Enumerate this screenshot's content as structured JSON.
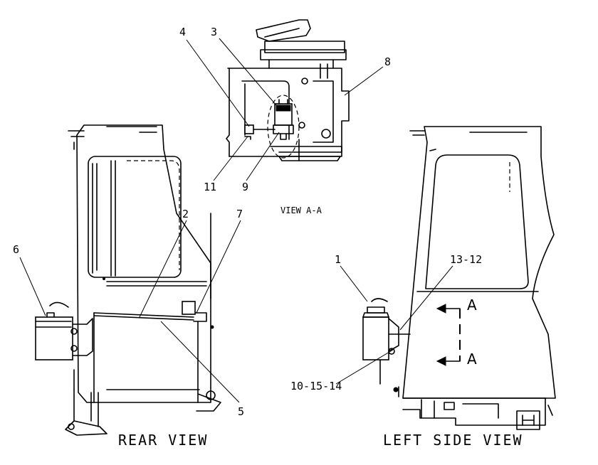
{
  "views": {
    "rear": "REAR VIEW",
    "left_side": "LEFT SIDE VIEW",
    "section": "VIEW A-A"
  },
  "callouts": {
    "c1": "1",
    "c2": "2",
    "c3": "3",
    "c4": "4",
    "c5": "5",
    "c6": "6",
    "c7": "7",
    "c8": "8",
    "c9": "9",
    "c11": "11",
    "c13_12": "13-12",
    "c10_15_14": "10-15-14"
  },
  "section_marks": {
    "top": "A",
    "bottom": "A"
  }
}
